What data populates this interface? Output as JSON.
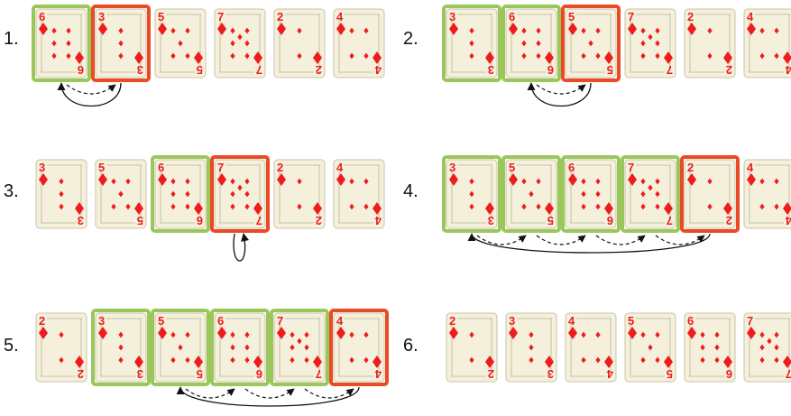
{
  "colors": {
    "card_face": "#f4f0dc",
    "card_edge": "#c9c3a8",
    "suit": "#ee1c1c",
    "key_highlight": "#ea4a24",
    "sorted_highlight": "#9bc75a",
    "arrow": "#111111"
  },
  "suit_icon": "diamond-icon",
  "steps": [
    {
      "label": "1.",
      "cards": [
        {
          "rank": "6",
          "state": "sorted"
        },
        {
          "rank": "3",
          "state": "key"
        },
        {
          "rank": "5",
          "state": "none"
        },
        {
          "rank": "7",
          "state": "none"
        },
        {
          "rank": "2",
          "state": "none"
        },
        {
          "rank": "4",
          "state": "none"
        }
      ],
      "moves": {
        "key_index": 1,
        "to_index": 0,
        "shifts": [
          [
            0,
            1
          ]
        ]
      }
    },
    {
      "label": "2.",
      "cards": [
        {
          "rank": "3",
          "state": "sorted"
        },
        {
          "rank": "6",
          "state": "sorted"
        },
        {
          "rank": "5",
          "state": "key"
        },
        {
          "rank": "7",
          "state": "none"
        },
        {
          "rank": "2",
          "state": "none"
        },
        {
          "rank": "4",
          "state": "none"
        }
      ],
      "moves": {
        "key_index": 2,
        "to_index": 1,
        "shifts": [
          [
            1,
            2
          ]
        ]
      }
    },
    {
      "label": "3.",
      "cards": [
        {
          "rank": "3",
          "state": "none"
        },
        {
          "rank": "5",
          "state": "none"
        },
        {
          "rank": "6",
          "state": "sorted"
        },
        {
          "rank": "7",
          "state": "key"
        },
        {
          "rank": "2",
          "state": "none"
        },
        {
          "rank": "4",
          "state": "none"
        }
      ],
      "moves": {
        "key_index": 3,
        "to_index": 3,
        "shifts": []
      }
    },
    {
      "label": "4.",
      "cards": [
        {
          "rank": "3",
          "state": "sorted"
        },
        {
          "rank": "5",
          "state": "sorted"
        },
        {
          "rank": "6",
          "state": "sorted"
        },
        {
          "rank": "7",
          "state": "sorted"
        },
        {
          "rank": "2",
          "state": "key"
        },
        {
          "rank": "4",
          "state": "none"
        }
      ],
      "moves": {
        "key_index": 4,
        "to_index": 0,
        "shifts": [
          [
            0,
            1
          ],
          [
            1,
            2
          ],
          [
            2,
            3
          ],
          [
            3,
            4
          ]
        ]
      }
    },
    {
      "label": "5.",
      "cards": [
        {
          "rank": "2",
          "state": "none"
        },
        {
          "rank": "3",
          "state": "sorted"
        },
        {
          "rank": "5",
          "state": "sorted"
        },
        {
          "rank": "6",
          "state": "sorted"
        },
        {
          "rank": "7",
          "state": "sorted"
        },
        {
          "rank": "4",
          "state": "key"
        }
      ],
      "moves": {
        "key_index": 5,
        "to_index": 2,
        "shifts": [
          [
            2,
            3
          ],
          [
            3,
            4
          ],
          [
            4,
            5
          ]
        ]
      }
    },
    {
      "label": "6.",
      "cards": [
        {
          "rank": "2",
          "state": "none"
        },
        {
          "rank": "3",
          "state": "none"
        },
        {
          "rank": "4",
          "state": "none"
        },
        {
          "rank": "5",
          "state": "none"
        },
        {
          "rank": "6",
          "state": "none"
        },
        {
          "rank": "7",
          "state": "none"
        }
      ],
      "moves": null
    }
  ]
}
